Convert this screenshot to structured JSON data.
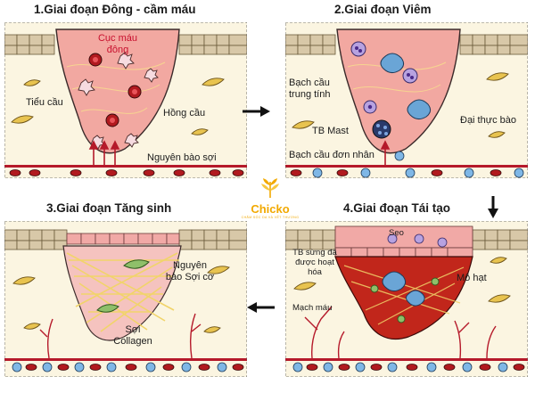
{
  "brand": {
    "name": "Chicko",
    "tagline": "CHĂM SÓC DA VÀ VẾT THƯƠNG",
    "color": "#f2a900"
  },
  "colors": {
    "wound": "#f2a8a1",
    "tissue": "#fbf5e1",
    "red_cell": "#b11a1f",
    "vessel": "#b5192a",
    "clot_dark": "#c1261b",
    "collagen": "#f1d46a"
  },
  "stages": [
    {
      "title": "1.Giai đoạn Đông - cầm máu",
      "labels": {
        "clot": "Cục máu đông",
        "platelet": "Tiểu cầu",
        "rbc": "Hồng cầu",
        "fibroblast": "Nguyên bào sợi"
      }
    },
    {
      "title": "2.Giai đoạn Viêm",
      "labels": {
        "neutrophil": "Bạch cầu trung tính",
        "mast": "TB Mast",
        "macrophage": "Đại thực bào",
        "monocyte": "Bạch cầu đơn nhân"
      }
    },
    {
      "title": "3.Giai đoạn Tăng sinh",
      "labels": {
        "myofibroblast": "Nguyên bào Sợi cơ",
        "collagen": "Sợi Collagen"
      }
    },
    {
      "title": "4.Giai đoạn Tái tạo",
      "labels": {
        "scar": "Sẹo",
        "keratinocyte": "TB sừng đã được hoạt hóa",
        "granulation": "Mô hạt",
        "vessel": "Mạch máu"
      }
    }
  ],
  "flow_icons": [
    "arrow-right-icon",
    "arrow-down-icon",
    "arrow-left-icon"
  ]
}
